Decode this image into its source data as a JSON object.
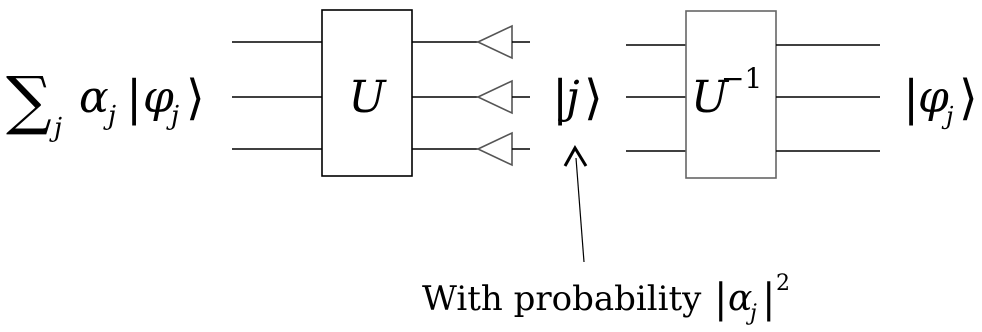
{
  "diagram": {
    "input_state": {
      "sum": "∑",
      "sub_j": "j",
      "alpha": "α",
      "alpha_sub": "j",
      "bar": "|",
      "phi": "φ",
      "phi_sub": "j",
      "ket_close": "⟩"
    },
    "gate_u": {
      "label": "U"
    },
    "measured_state": {
      "bar": "|",
      "j": "j",
      "ket_close": "⟩"
    },
    "gate_u_inverse": {
      "label": "U",
      "exponent": "−1"
    },
    "output_state": {
      "bar": "|",
      "phi": "φ",
      "phi_sub": "j",
      "ket_close": "⟩"
    },
    "annotation": {
      "text": "With probability ",
      "bar_open": "|",
      "alpha": "α",
      "alpha_sub": "j",
      "bar_close": "|",
      "exponent": "2"
    }
  }
}
